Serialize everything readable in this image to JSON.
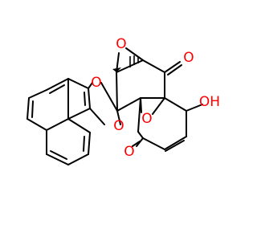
{
  "molecule": {
    "atom_labels": {
      "epoxide_o": "O",
      "ketone_o_top": "O",
      "ring_o_upper": "O",
      "ring_o_lower": "O",
      "bridge_o": "O",
      "hydroxyl": "OH",
      "ketone_o_bottom": "O"
    },
    "colors": {
      "bond": "#000000",
      "oxygen": "#ff0000",
      "background": "#ffffff"
    }
  }
}
